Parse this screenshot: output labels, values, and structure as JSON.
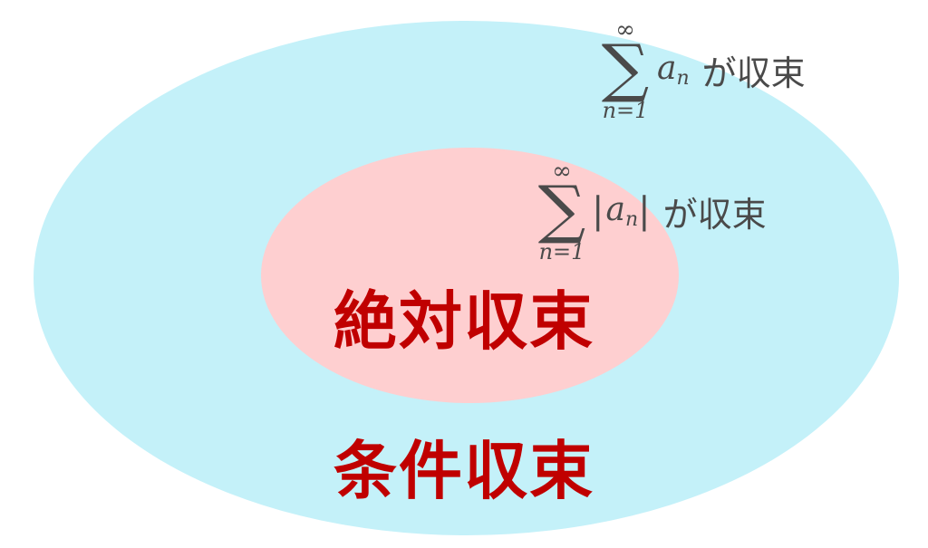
{
  "diagram": {
    "type": "nested-set-diagram",
    "colors": {
      "background": "#ffffff",
      "outer_fill": "#c4f1f9",
      "inner_fill": "#fecfd0",
      "label_color": "#c00000",
      "formula_color": "#4a4a4a"
    },
    "outer_set": {
      "label": "条件収束",
      "condition": {
        "sum_upper": "∞",
        "sum_symbol": "∑",
        "sum_lower": "n=1",
        "term_base": "a",
        "term_sub": "n",
        "abs_left": "",
        "abs_right": "",
        "suffix": "が収束"
      }
    },
    "inner_set": {
      "label": "絶対収束",
      "condition": {
        "sum_upper": "∞",
        "sum_symbol": "∑",
        "sum_lower": "n=1",
        "term_base": "a",
        "term_sub": "n",
        "abs_left": "|",
        "abs_right": "|",
        "suffix": "が収束"
      }
    }
  }
}
